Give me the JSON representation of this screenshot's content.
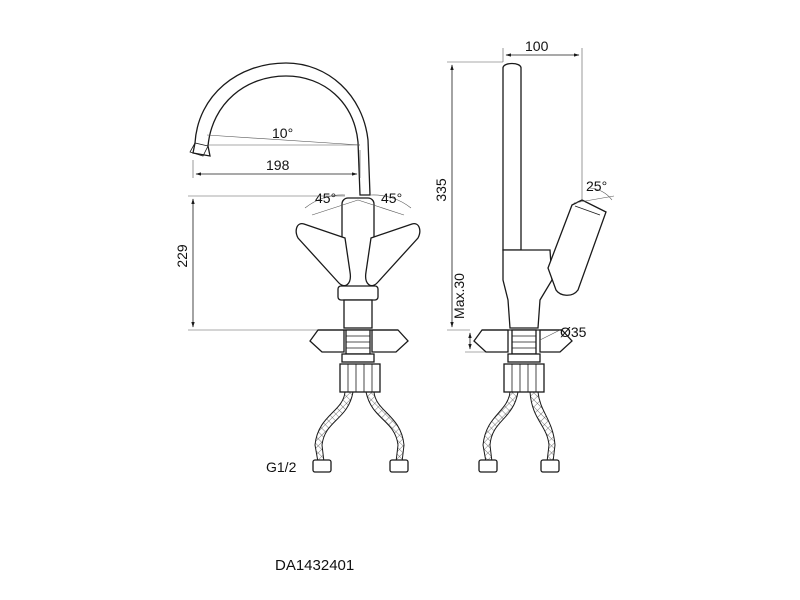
{
  "front_view": {
    "spout_angle": "10°",
    "spout_reach": "198",
    "height": "229",
    "handle_angle_left": "45°",
    "handle_angle_right": "45°",
    "connection": "G1/2"
  },
  "side_view": {
    "width": "100",
    "height": "335",
    "lever_angle": "25°",
    "max_thickness": "Max.30",
    "hole_diameter": "Ø35"
  },
  "model_code": "DA1432401",
  "colors": {
    "line": "#1a1a1a",
    "background": "#ffffff"
  }
}
